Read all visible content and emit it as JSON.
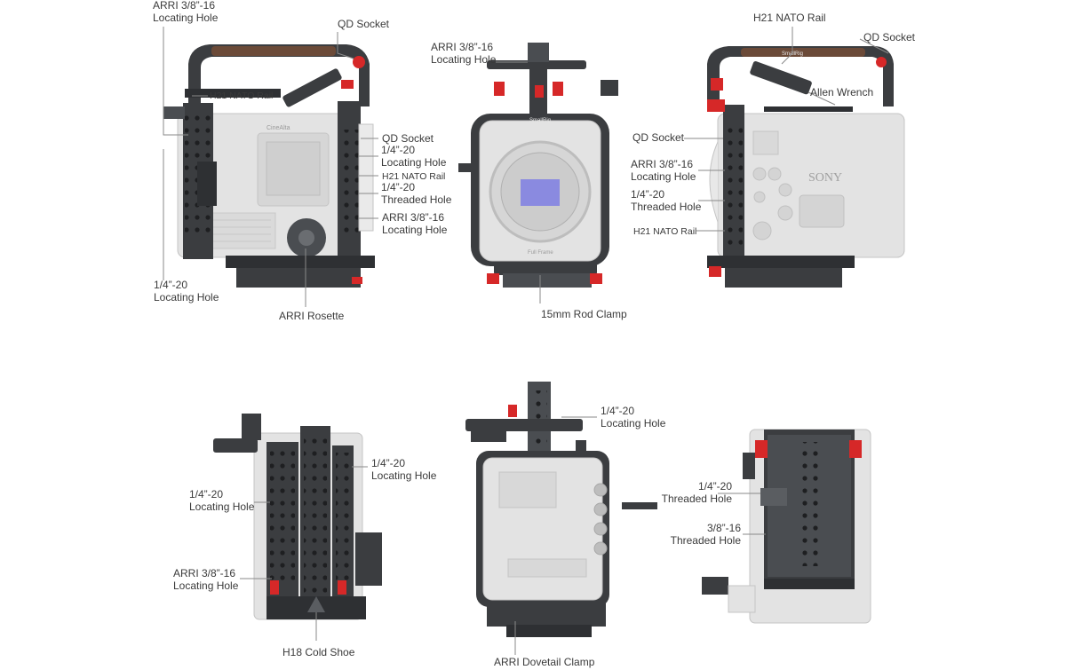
{
  "callouts": {
    "v1_arri_locating_top": "ARRI 3/8”-16\nLocating Hole",
    "v1_qd_socket": "QD Socket",
    "v1_h21_nato_rail": "H21 NATO Rail",
    "v1_quarter_locating_left": "1/4”-20\nLocating Hole",
    "v1_arri_rosette": "ARRI Rosette",
    "v1_qd_socket_right": "QD Socket",
    "v1_quarter_locating_right": "1/4”-20\nLocating Hole",
    "v1_h21_nato_rail_right": "H21 NATO Rail",
    "v1_quarter_threaded_right": "1/4”-20\nThreaded Hole",
    "v1_arri_locating_right": "ARRI 3/8”-16\nLocating Hole",
    "v2_arri_locating": "ARRI 3/8”-16\nLocating Hole",
    "v2_rod_clamp": "15mm Rod Clamp",
    "v3_h21_nato_rail_top": "H21 NATO Rail",
    "v3_qd_socket_top": "QD Socket",
    "v3_allen_wrench": "Allen Wrench",
    "v3_qd_socket": "QD Socket",
    "v3_arri_locating": "ARRI 3/8”-16\nLocating Hole",
    "v3_quarter_threaded": "1/4”-20\nThreaded Hole",
    "v3_h21_nato_rail": "H21 NATO Rail",
    "v4_quarter_locating_left": "1/4”-20\nLocating Hole",
    "v4_quarter_locating_right": "1/4”-20\nLocating Hole",
    "v4_arri_locating": "ARRI 3/8”-16\nLocating Hole",
    "v4_cold_shoe": "H18 Cold Shoe",
    "v5_quarter_locating": "1/4”-20\nLocating Hole",
    "v5_dovetail_clamp": "ARRI Dovetail Clamp",
    "v6_quarter_threaded": "1/4”-20\nThreaded Hole",
    "v6_three_eighths_threaded": "3/8”-16\nThreaded Hole"
  },
  "product_marks": {
    "camera_brand": "SONY",
    "cage_brand_front": "SmallRig",
    "cage_brand_handle": "SmallRig",
    "camera_model": "CineAlta",
    "full_frame": "Full Frame"
  },
  "colors": {
    "label_text": "#3a3a3a",
    "callout_line": "#8a8a8a",
    "cage_dark": "#3b3d40",
    "cage_mid": "#5a5d61",
    "accent_red": "#d62828",
    "camera_body": "#e3e3e3",
    "camera_outline": "#c4c4c4",
    "handle_wood": "#6b4a38",
    "sensor": "#8a8ae0"
  }
}
